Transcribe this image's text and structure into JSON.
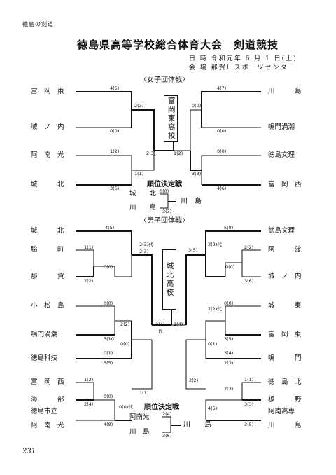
{
  "header": {
    "running_head": "徳島の剣道"
  },
  "title": "徳島県高等学校総合体育大会　剣道競技",
  "meta": {
    "date_line": "日 時 令和元年 6 月 1 日(土)",
    "venue_line": "会 場 那賀川スポーツセンター"
  },
  "women": {
    "label": "〈女子団体戦〉",
    "champion": "富岡東高校",
    "left_teams": [
      "富　岡　東",
      "城　ノ　内",
      "阿　南　光",
      "城　　　北"
    ],
    "right_teams": [
      "川　　　島",
      "鳴門渦潮",
      "徳島文理",
      "富　岡　西"
    ],
    "scores": [
      "4(6)",
      "0(0)",
      "1(2)",
      "3(6)",
      "2(3)",
      "1(1)",
      "2(3)",
      "1(2)",
      "4(7)",
      "0(0)",
      "0(0)",
      "4(6)",
      "0(0)",
      "3(3)"
    ],
    "third_place": {
      "label": "順位決定戦",
      "teams": [
        "城　　北",
        "川　　島"
      ],
      "scores": [
        "0(0)",
        "3(3)"
      ],
      "winner": "川　島"
    }
  },
  "men": {
    "label": "〈男子団体戦〉",
    "champion": "城北高校",
    "left_teams": [
      "城　　　北",
      "脇　　　町",
      "那　　　賀",
      "小　松　島",
      "鳴門渦潮",
      "徳島科技",
      "富　岡　西",
      "海　　　部",
      "徳島市立",
      "阿　南　光"
    ],
    "right_teams": [
      "徳島文理",
      "阿　　　波",
      "城　ノ　内",
      "城　　　東",
      "富　岡　東",
      "鳴　　　門",
      "徳　島　北",
      "板　　　野",
      "阿南高専",
      "川　　　島"
    ],
    "scores": [
      "4(5)",
      "1(1)",
      "0(0)",
      "2(2)",
      "2(3)代",
      "0(0)",
      "3(10)",
      "2(2)",
      "2(3)",
      "0(1)",
      "3(5)",
      "0(0)",
      "1(2)",
      "0(0)",
      "2(4)",
      "4(8)",
      "0(0)代",
      "1(1)",
      "2(4)",
      "代",
      "2(4)",
      "5(8)",
      "2(2)",
      "0(0)",
      "3(6)",
      "2(2)代",
      "0(0)",
      "3(5)",
      "2(2)代",
      "3(5)",
      "3(4)",
      "2(3)",
      "0(1)",
      "1(1)",
      "2(3)",
      "3(3)",
      "4(5)",
      "3(5)",
      "2(2)"
    ],
    "third_place": {
      "label": "順位決定戦",
      "teams": [
        "阿南光",
        "川　島"
      ],
      "scores": [
        "2(4)",
        "3(6)"
      ],
      "winner": "川　　島"
    }
  },
  "page_number": "231"
}
